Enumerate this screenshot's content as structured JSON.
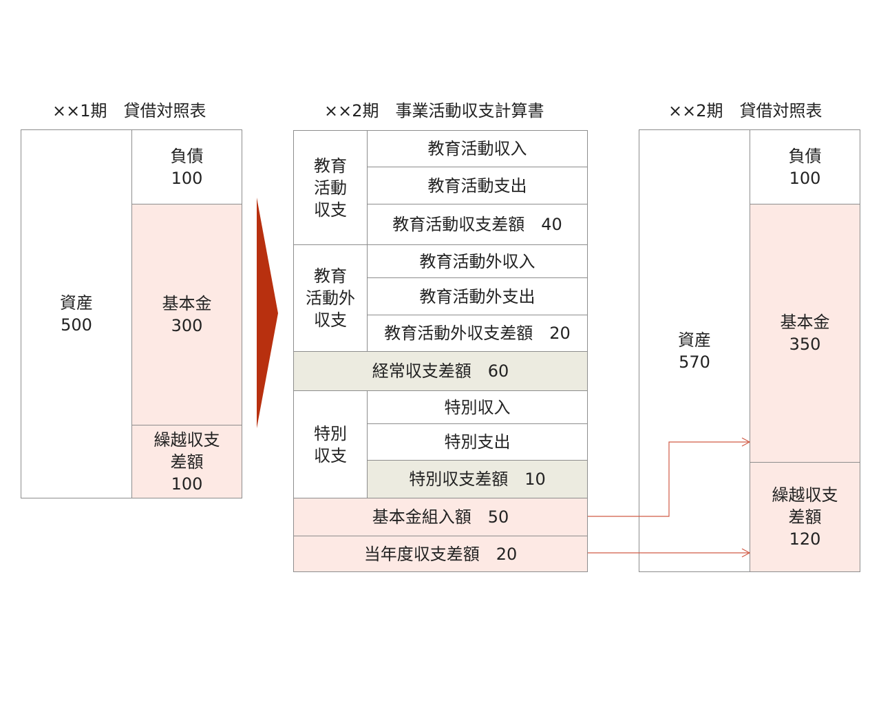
{
  "bs_prev": {
    "title": "××1期　貸借対照表",
    "assets_label": "資産",
    "assets_value": "500",
    "liabilities_label": "負債",
    "liabilities_value": "100",
    "basic_fund_label": "基本金",
    "basic_fund_value": "300",
    "carry_label_1": "繰越収支",
    "carry_label_2": "差額",
    "carry_value": "100"
  },
  "pl": {
    "title": "××2期　事業活動収支計算書",
    "edu_group_1": "教育",
    "edu_group_2": "活動",
    "edu_group_3": "収支",
    "edu_income": "教育活動収入",
    "edu_expense": "教育活動支出",
    "edu_diff": "教育活動収支差額　40",
    "nonedu_group_1": "教育",
    "nonedu_group_2": "活動外",
    "nonedu_group_3": "収支",
    "nonedu_income": "教育活動外収入",
    "nonedu_expense": "教育活動外支出",
    "nonedu_diff": "教育活動外収支差額　20",
    "ordinary_diff": "経常収支差額　60",
    "special_group_1": "特別",
    "special_group_2": "収支",
    "special_income": "特別収入",
    "special_expense": "特別支出",
    "special_diff": "特別収支差額　10",
    "basic_fund_transfer": "基本金組入額　50",
    "current_diff": "当年度収支差額　20"
  },
  "bs_curr": {
    "title": "××2期　貸借対照表",
    "assets_label": "資産",
    "assets_value": "570",
    "liabilities_label": "負債",
    "liabilities_value": "100",
    "basic_fund_label": "基本金",
    "basic_fund_value": "350",
    "carry_label_1": "繰越収支",
    "carry_label_2": "差額",
    "carry_value": "120"
  },
  "colors": {
    "arrow": "#b8300f",
    "connector": "#d05a45",
    "pink_fill": "#fde9e4",
    "grey_fill": "#ecebe0",
    "border": "#8c8c8c"
  }
}
